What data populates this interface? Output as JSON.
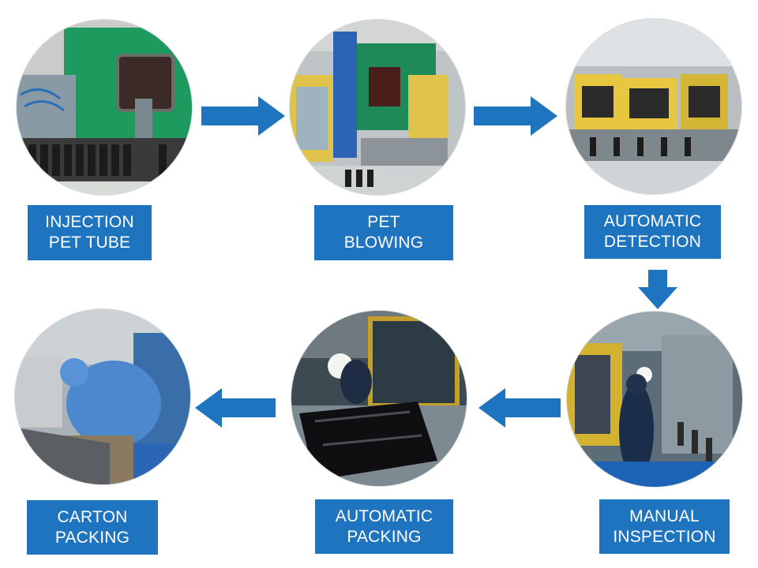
{
  "colors": {
    "label_background": "#1f74c0",
    "label_text": "#ffffff",
    "arrow": "#1f74c0"
  },
  "steps": [
    {
      "line1": "INJECTION",
      "line2": "PET TUBE",
      "photo": "injection-molding-machine-photo"
    },
    {
      "line1": "PET",
      "line2": "BLOWING",
      "photo": "blow-molding-machine-photo"
    },
    {
      "line1": "AUTOMATIC",
      "line2": "DETECTION",
      "photo": "automatic-detection-line-photo"
    },
    {
      "line1": "MANUAL",
      "line2": "INSPECTION",
      "photo": "manual-inspection-photo"
    },
    {
      "line1": "AUTOMATIC",
      "line2": "PACKING",
      "photo": "automatic-packing-photo"
    },
    {
      "line1": "CARTON",
      "line2": "PACKING",
      "photo": "carton-packing-photo"
    }
  ],
  "arrows": [
    {
      "name": "arrow-right-icon"
    },
    {
      "name": "arrow-right-icon"
    },
    {
      "name": "arrow-down-icon"
    },
    {
      "name": "arrow-left-icon"
    },
    {
      "name": "arrow-left-icon"
    }
  ]
}
